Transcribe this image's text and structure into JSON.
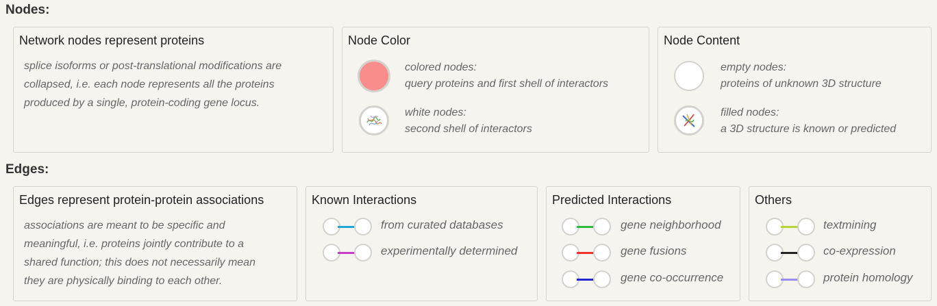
{
  "nodes_title": "Nodes:",
  "edges_title": "Edges:",
  "network_box": {
    "title": "Network nodes represent proteins",
    "desc": [
      "splice isoforms or post-translational modifications are",
      "collapsed, i.e. each node represents all the proteins",
      "produced by a single, protein-coding gene locus."
    ]
  },
  "node_color": {
    "title": "Node Color",
    "colored_title": "colored nodes:",
    "colored_desc": "query proteins and first shell of interactors",
    "white_title": "white nodes:",
    "white_desc": "second shell of interactors",
    "colored_node_color": "#f98d8c"
  },
  "node_content": {
    "title": "Node Content",
    "empty_title": "empty nodes:",
    "empty_desc": "proteins of unknown 3D structure",
    "filled_title": "filled nodes:",
    "filled_desc": "a 3D structure is known or predicted"
  },
  "edges_box": {
    "title": "Edges represent protein-protein associations",
    "desc": [
      "associations are meant to be specific and",
      "meaningful, i.e. proteins jointly contribute to a",
      "shared function; this does not necessarily mean",
      "they are physically binding to each other."
    ]
  },
  "known": {
    "title": "Known Interactions",
    "items": [
      {
        "label": "from curated databases",
        "color": "#22a6d6"
      },
      {
        "label": "experimentally determined",
        "color": "#c73dc6"
      }
    ]
  },
  "predicted": {
    "title": "Predicted Interactions",
    "items": [
      {
        "label": "gene neighborhood",
        "color": "#2ebd3a"
      },
      {
        "label": "gene fusions",
        "color": "#f0322a"
      },
      {
        "label": "gene co-occurrence",
        "color": "#2426d6"
      }
    ]
  },
  "others": {
    "title": "Others",
    "items": [
      {
        "label": "textmining",
        "color": "#b5d534"
      },
      {
        "label": "co-expression",
        "color": "#222222"
      },
      {
        "label": "protein homology",
        "color": "#9b8ff0"
      }
    ]
  }
}
